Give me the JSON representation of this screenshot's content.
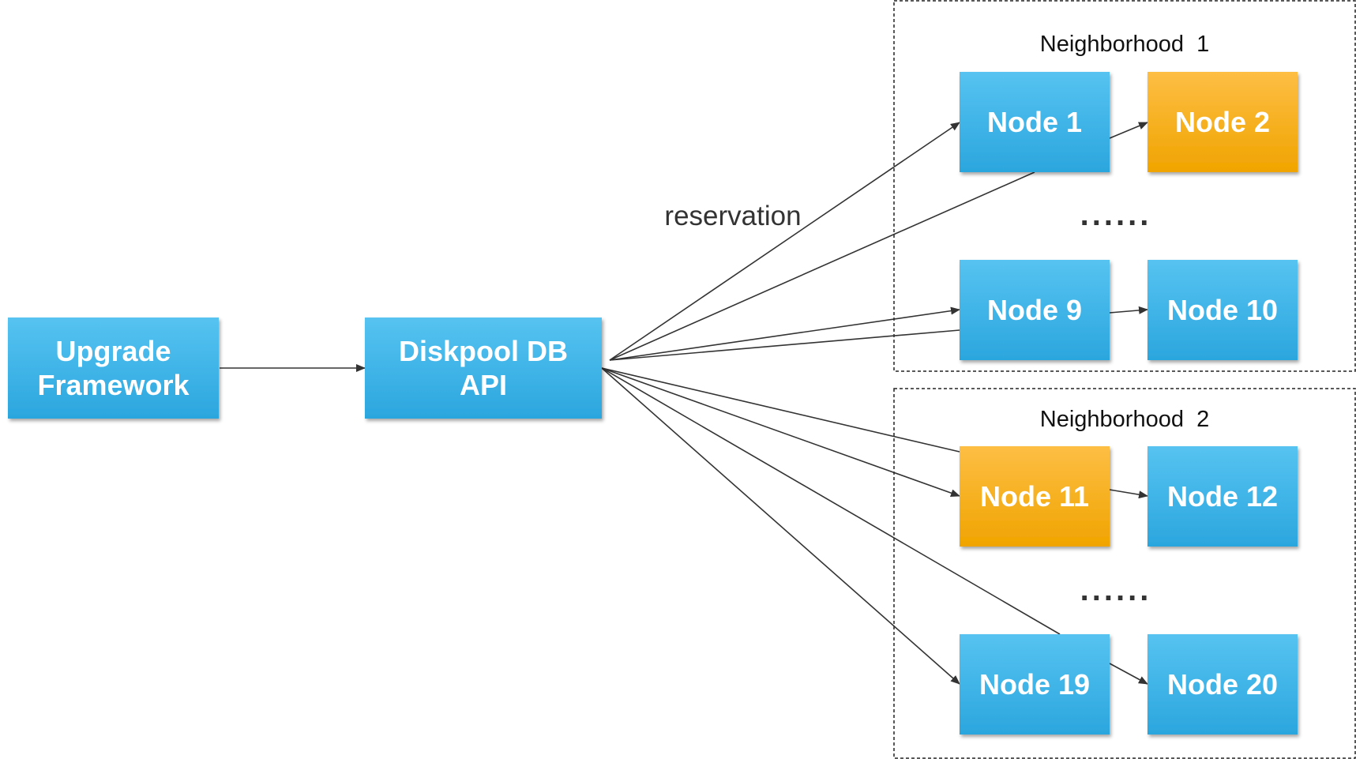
{
  "colors": {
    "blue_top": "#56C3F1",
    "blue_bottom": "#2BA6DE",
    "orange_top": "#FDBE44",
    "orange_bottom": "#F0A400",
    "line": "#333333",
    "group_border": "#222222"
  },
  "nodes": {
    "upgrade": {
      "line1": "Upgrade",
      "line2": "Framework",
      "color": "blue"
    },
    "diskpool": {
      "line1": "Diskpool DB",
      "line2": "API",
      "color": "blue"
    },
    "n1": {
      "label": "Node 1",
      "color": "blue"
    },
    "n2": {
      "label": "Node 2",
      "color": "orange"
    },
    "n9": {
      "label": "Node 9",
      "color": "blue"
    },
    "n10": {
      "label": "Node 10",
      "color": "blue"
    },
    "n11": {
      "label": "Node 11",
      "color": "orange"
    },
    "n12": {
      "label": "Node 12",
      "color": "blue"
    },
    "n19": {
      "label": "Node 19",
      "color": "blue"
    },
    "n20": {
      "label": "Node 20",
      "color": "blue"
    }
  },
  "groups": {
    "g1": {
      "label": "Neighborhood  1",
      "ellipsis": "......"
    },
    "g2": {
      "label": "Neighborhood  2",
      "ellipsis": "......"
    }
  },
  "edge_label": "reservation",
  "edges": [
    {
      "from": "upgrade",
      "to": "diskpool",
      "arrow": true
    },
    {
      "from": "diskpool",
      "to": "n1",
      "arrow": true
    },
    {
      "from": "diskpool",
      "to": "n1",
      "arrow": false
    },
    {
      "from": "diskpool",
      "to": "n9",
      "arrow": true
    },
    {
      "from": "diskpool",
      "to": "n9",
      "arrow": false
    },
    {
      "from": "diskpool",
      "to": "n11",
      "arrow": false
    },
    {
      "from": "diskpool",
      "to": "n11",
      "arrow": true
    },
    {
      "from": "diskpool",
      "to": "n19",
      "arrow": false
    },
    {
      "from": "diskpool",
      "to": "n19",
      "arrow": true
    },
    {
      "from": "n1",
      "to": "n2",
      "arrow": true
    },
    {
      "from": "n9",
      "to": "n10",
      "arrow": true
    },
    {
      "from": "n11",
      "to": "n12",
      "arrow": true
    },
    {
      "from": "n19",
      "to": "n20",
      "arrow": true
    }
  ]
}
